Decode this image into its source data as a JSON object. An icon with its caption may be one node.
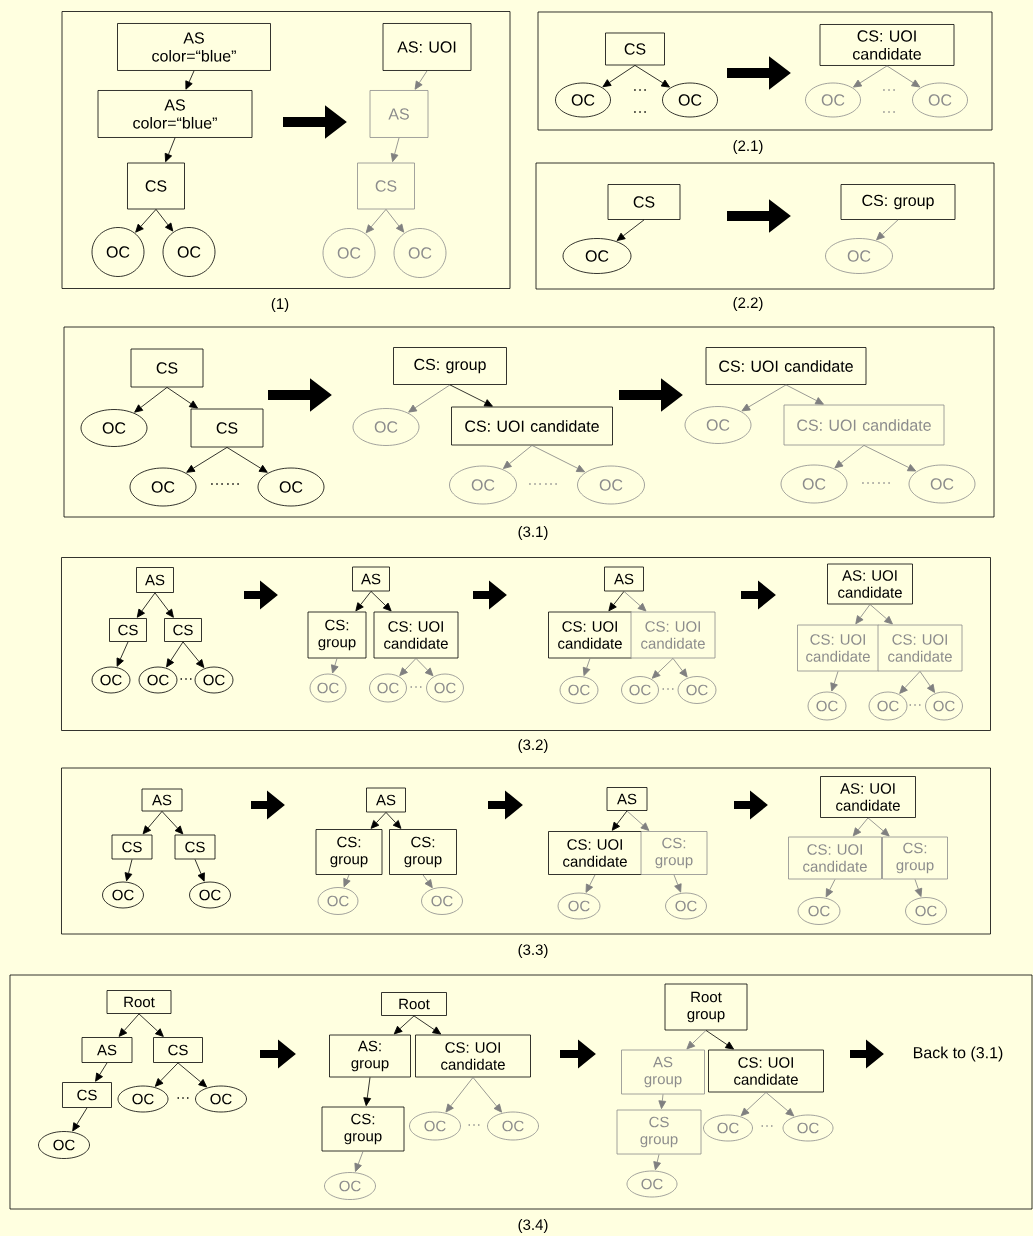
{
  "diagram": {
    "nodes": [
      {
        "text": [],
        "shape": "box",
        "beside": [
          "(1)"
        ]
      },
      {
        "text": [
          "AS",
          "color=“blue”"
        ],
        "in": 0
      },
      {
        "text": [
          "AS",
          "color=“blue”"
        ],
        "in": 0
      },
      {
        "text": [
          "CS"
        ],
        "in": 0
      },
      {
        "text": [
          "OC"
        ],
        "in": 0
      },
      {
        "text": [
          "OC"
        ],
        "in": 0
      },
      {
        "text": [
          "AS: UOI"
        ],
        "in": 0
      },
      {
        "text": [
          "AS"
        ],
        "in": 0
      },
      {
        "text": [
          "CS"
        ],
        "in": 0
      },
      {
        "text": [
          "OC"
        ],
        "in": 0
      },
      {
        "text": [
          "OC"
        ],
        "in": 0
      },
      {
        "text": [],
        "shape": "box",
        "beside": [
          "(2.1)"
        ]
      },
      {
        "text": [
          "CS"
        ],
        "in": 11
      },
      {
        "text": [
          "OC"
        ],
        "in": 11
      },
      {
        "text": [
          "OC"
        ],
        "in": 11
      },
      {
        "text": [
          "CS: UOI candidate"
        ],
        "in": 11
      },
      {
        "text": [
          "OC"
        ],
        "in": 11
      },
      {
        "text": [
          "OC"
        ],
        "in": 11
      },
      {
        "text": [],
        "shape": "box",
        "beside": [
          "(2.2)"
        ]
      },
      {
        "text": [
          "CS"
        ],
        "in": 18
      },
      {
        "text": [
          "OC"
        ],
        "in": 18
      },
      {
        "text": [
          "CS: group"
        ],
        "in": 18
      },
      {
        "text": [
          "OC"
        ],
        "in": 18
      },
      {
        "text": [],
        "shape": "box",
        "beside": [
          "(3.1)"
        ]
      },
      {
        "text": [
          "CS"
        ],
        "in": 23
      },
      {
        "text": [
          "OC"
        ],
        "in": 23
      },
      {
        "text": [
          "CS"
        ],
        "in": 23
      },
      {
        "text": [
          "OC"
        ],
        "in": 23
      },
      {
        "text": [
          "OC"
        ],
        "in": 23
      },
      {
        "text": [
          "CS: group"
        ],
        "in": 23
      },
      {
        "text": [
          "OC"
        ],
        "in": 23
      },
      {
        "text": [
          "CS: UOI candidate"
        ],
        "in": 23
      },
      {
        "text": [
          "OC"
        ],
        "in": 23
      },
      {
        "text": [
          "OC"
        ],
        "in": 23
      },
      {
        "text": [
          "CS: UOI candidate"
        ],
        "in": 23
      },
      {
        "text": [
          "OC"
        ],
        "in": 23
      },
      {
        "text": [
          "CS: UOI candidate"
        ],
        "in": 23
      },
      {
        "text": [
          "OC"
        ],
        "in": 23
      },
      {
        "text": [
          "OC"
        ],
        "in": 23
      },
      {
        "text": [],
        "shape": "box",
        "beside": [
          "(3.2)"
        ]
      },
      {
        "text": [
          "AS"
        ],
        "in": 39
      },
      {
        "text": [
          "CS"
        ],
        "in": 39
      },
      {
        "text": [
          "CS"
        ],
        "in": 39
      },
      {
        "text": [
          "OC"
        ],
        "in": 39
      },
      {
        "text": [
          "OC"
        ],
        "in": 39
      },
      {
        "text": [
          "OC"
        ],
        "in": 39
      },
      {
        "text": [
          "AS"
        ],
        "in": 39
      },
      {
        "text": [
          "CS: group"
        ],
        "in": 39
      },
      {
        "text": [
          "CS: UOI candidate"
        ],
        "in": 39
      },
      {
        "text": [
          "OC"
        ],
        "in": 39
      },
      {
        "text": [
          "OC"
        ],
        "in": 39
      },
      {
        "text": [
          "OC"
        ],
        "in": 39
      },
      {
        "text": [
          "AS"
        ],
        "in": 39
      },
      {
        "text": [
          "CS: UOI candidate"
        ],
        "in": 39
      },
      {
        "text": [
          "CS: UOI candidate"
        ],
        "in": 39
      },
      {
        "text": [
          "OC"
        ],
        "in": 39
      },
      {
        "text": [
          "OC"
        ],
        "in": 39
      },
      {
        "text": [
          "OC"
        ],
        "in": 39
      },
      {
        "text": [
          "AS: UOI candidate"
        ],
        "in": 39
      },
      {
        "text": [
          "CS: UOI candidate"
        ],
        "in": 39
      },
      {
        "text": [
          "CS: UOI candidate"
        ],
        "in": 39
      },
      {
        "text": [
          "OC"
        ],
        "in": 39
      },
      {
        "text": [
          "OC"
        ],
        "in": 39
      },
      {
        "text": [
          "OC"
        ],
        "in": 39
      },
      {
        "text": [],
        "shape": "box",
        "beside": [
          "(3.3)"
        ]
      },
      {
        "text": [
          "AS"
        ],
        "in": 64
      },
      {
        "text": [
          "CS"
        ],
        "in": 64
      },
      {
        "text": [
          "CS"
        ],
        "in": 64
      },
      {
        "text": [
          "OC"
        ],
        "in": 64
      },
      {
        "text": [
          "OC"
        ],
        "in": 64
      },
      {
        "text": [
          "AS"
        ],
        "in": 64
      },
      {
        "text": [
          "CS: group"
        ],
        "in": 64
      },
      {
        "text": [
          "CS: group"
        ],
        "in": 64
      },
      {
        "text": [
          "OC"
        ],
        "in": 64
      },
      {
        "text": [
          "OC"
        ],
        "in": 64
      },
      {
        "text": [
          "AS"
        ],
        "in": 64
      },
      {
        "text": [
          "CS: UOI candidate"
        ],
        "in": 64
      },
      {
        "text": [
          "CS: group"
        ],
        "in": 64
      },
      {
        "text": [
          "OC"
        ],
        "in": 64
      },
      {
        "text": [
          "OC"
        ],
        "in": 64
      },
      {
        "text": [
          "AS: UOI candidate"
        ],
        "in": 64
      },
      {
        "text": [
          "CS: UOI candidate"
        ],
        "in": 64
      },
      {
        "text": [
          "CS: group"
        ],
        "in": 64
      },
      {
        "text": [
          "OC"
        ],
        "in": 64
      },
      {
        "text": [
          "OC"
        ],
        "in": 64
      },
      {
        "text": [],
        "shape": "box",
        "beside": [
          "(3.4)"
        ]
      },
      {
        "text": [
          "Root"
        ],
        "in": 85
      },
      {
        "text": [
          "AS"
        ],
        "in": 85
      },
      {
        "text": [
          "CS"
        ],
        "in": 85
      },
      {
        "text": [
          "CS"
        ],
        "in": 85
      },
      {
        "text": [
          "OC"
        ],
        "in": 85
      },
      {
        "text": [
          "OC"
        ],
        "in": 85
      },
      {
        "text": [
          "OC"
        ],
        "in": 85
      },
      {
        "text": [
          "Root"
        ],
        "in": 85
      },
      {
        "text": [
          "AS: group"
        ],
        "in": 85
      },
      {
        "text": [
          "CS: UOI candidate"
        ],
        "in": 85
      },
      {
        "text": [
          "CS: group"
        ],
        "in": 85
      },
      {
        "text": [
          "OC"
        ],
        "in": 85
      },
      {
        "text": [
          "OC"
        ],
        "in": 85
      },
      {
        "text": [
          "OC"
        ],
        "in": 85
      },
      {
        "text": [
          "Root group"
        ],
        "in": 85
      },
      {
        "text": [
          "AS group"
        ],
        "in": 85
      },
      {
        "text": [
          "CS: UOI candidate"
        ],
        "in": 85
      },
      {
        "text": [
          "CS group"
        ],
        "in": 85
      },
      {
        "text": [
          "OC"
        ],
        "in": 85
      },
      {
        "text": [
          "OC"
        ],
        "in": 85
      },
      {
        "text": [
          "OC"
        ],
        "in": 85
      }
    ],
    "edges": [
      {
        "from": 1,
        "to": 2,
        "arrow": "to",
        "color": "#000000"
      },
      {
        "from": 2,
        "to": 3,
        "arrow": "to",
        "color": "#000000"
      },
      {
        "from": 3,
        "to": 4,
        "arrow": "to",
        "color": "#000000"
      },
      {
        "from": 3,
        "to": 5,
        "arrow": "to",
        "color": "#000000"
      },
      {
        "from": 6,
        "to": 7,
        "arrow": "to",
        "color": "#808080"
      },
      {
        "from": 7,
        "to": 8,
        "arrow": "to",
        "color": "#808080"
      },
      {
        "from": 8,
        "to": 9,
        "arrow": "to",
        "color": "#808080"
      },
      {
        "from": 8,
        "to": 10,
        "arrow": "to",
        "color": "#808080"
      },
      {
        "from": 12,
        "to": 13,
        "arrow": "to",
        "color": "#000000"
      },
      {
        "from": 12,
        "to": 14,
        "arrow": "to",
        "color": "#000000"
      },
      {
        "from": 15,
        "to": 16,
        "arrow": "to",
        "color": "#808080"
      },
      {
        "from": 15,
        "to": 17,
        "arrow": "to",
        "color": "#808080"
      },
      {
        "from": 19,
        "to": 20,
        "arrow": "to",
        "color": "#000000"
      },
      {
        "from": 21,
        "to": 22,
        "arrow": "to",
        "color": "#808080"
      },
      {
        "from": 24,
        "to": 25,
        "arrow": "to",
        "color": "#000000"
      },
      {
        "from": 24,
        "to": 26,
        "arrow": "to",
        "color": "#000000"
      },
      {
        "from": 26,
        "to": 27,
        "arrow": "to",
        "color": "#000000"
      },
      {
        "from": 26,
        "to": 28,
        "arrow": "to",
        "color": "#000000"
      },
      {
        "from": 29,
        "to": 30,
        "arrow": "to",
        "color": "#808080"
      },
      {
        "from": 29,
        "to": 31,
        "arrow": "to",
        "color": "#000000"
      },
      {
        "from": 31,
        "to": 32,
        "arrow": "to",
        "color": "#808080"
      },
      {
        "from": 31,
        "to": 33,
        "arrow": "to",
        "color": "#808080"
      },
      {
        "from": 34,
        "to": 35,
        "arrow": "to",
        "color": "#808080"
      },
      {
        "from": 34,
        "to": 36,
        "arrow": "to",
        "color": "#808080"
      },
      {
        "from": 36,
        "to": 37,
        "arrow": "to",
        "color": "#808080"
      },
      {
        "from": 36,
        "to": 38,
        "arrow": "to",
        "color": "#808080"
      },
      {
        "from": 40,
        "to": 41,
        "arrow": "to",
        "color": "#000000"
      },
      {
        "from": 40,
        "to": 42,
        "arrow": "to",
        "color": "#000000"
      },
      {
        "from": 41,
        "to": 43,
        "arrow": "to",
        "color": "#000000"
      },
      {
        "from": 42,
        "to": 44,
        "arrow": "to",
        "color": "#000000"
      },
      {
        "from": 42,
        "to": 45,
        "arrow": "to",
        "color": "#000000"
      },
      {
        "from": 46,
        "to": 47,
        "arrow": "to",
        "color": "#000000"
      },
      {
        "from": 46,
        "to": 48,
        "arrow": "to",
        "color": "#000000"
      },
      {
        "from": 47,
        "to": 49,
        "arrow": "to",
        "color": "#808080"
      },
      {
        "from": 48,
        "to": 50,
        "arrow": "to",
        "color": "#808080"
      },
      {
        "from": 48,
        "to": 51,
        "arrow": "to",
        "color": "#808080"
      },
      {
        "from": 52,
        "to": 53,
        "arrow": "to",
        "color": "#000000"
      },
      {
        "from": 52,
        "to": 54,
        "arrow": "to",
        "color": "#808080"
      },
      {
        "from": 53,
        "to": 55,
        "arrow": "to",
        "color": "#808080"
      },
      {
        "from": 54,
        "to": 56,
        "arrow": "to",
        "color": "#808080"
      },
      {
        "from": 54,
        "to": 57,
        "arrow": "to",
        "color": "#808080"
      },
      {
        "from": 58,
        "to": 59,
        "arrow": "to",
        "color": "#808080"
      },
      {
        "from": 58,
        "to": 60,
        "arrow": "to",
        "color": "#808080"
      },
      {
        "from": 59,
        "to": 61,
        "arrow": "to",
        "color": "#808080"
      },
      {
        "from": 60,
        "to": 62,
        "arrow": "to",
        "color": "#808080"
      },
      {
        "from": 60,
        "to": 63,
        "arrow": "to",
        "color": "#808080"
      },
      {
        "from": 65,
        "to": 66,
        "arrow": "to",
        "color": "#000000"
      },
      {
        "from": 65,
        "to": 67,
        "arrow": "to",
        "color": "#000000"
      },
      {
        "from": 66,
        "to": 68,
        "arrow": "to",
        "color": "#000000"
      },
      {
        "from": 67,
        "to": 69,
        "arrow": "to",
        "color": "#000000"
      },
      {
        "from": 70,
        "to": 71,
        "arrow": "to",
        "color": "#000000"
      },
      {
        "from": 70,
        "to": 72,
        "arrow": "to",
        "color": "#000000"
      },
      {
        "from": 71,
        "to": 73,
        "arrow": "to",
        "color": "#808080"
      },
      {
        "from": 72,
        "to": 74,
        "arrow": "to",
        "color": "#808080"
      },
      {
        "from": 75,
        "to": 76,
        "arrow": "to",
        "color": "#000000"
      },
      {
        "from": 75,
        "to": 77,
        "arrow": "to",
        "color": "#808080"
      },
      {
        "from": 76,
        "to": 78,
        "arrow": "to",
        "color": "#808080"
      },
      {
        "from": 77,
        "to": 79,
        "arrow": "to",
        "color": "#808080"
      },
      {
        "from": 80,
        "to": 81,
        "arrow": "to",
        "color": "#808080"
      },
      {
        "from": 80,
        "to": 82,
        "arrow": "to",
        "color": "#808080"
      },
      {
        "from": 81,
        "to": 83,
        "arrow": "to",
        "color": "#808080"
      },
      {
        "from": 82,
        "to": 84,
        "arrow": "to",
        "color": "#808080"
      },
      {
        "from": 86,
        "to": 87,
        "arrow": "to",
        "color": "#000000"
      },
      {
        "from": 86,
        "to": 88,
        "arrow": "to",
        "color": "#000000"
      },
      {
        "from": 87,
        "to": 89,
        "arrow": "to",
        "color": "#000000"
      },
      {
        "from": 88,
        "to": 90,
        "arrow": "to",
        "color": "#000000"
      },
      {
        "from": 88,
        "to": 91,
        "arrow": "to",
        "color": "#000000"
      },
      {
        "from": 89,
        "to": 92,
        "arrow": "to",
        "color": "#000000"
      },
      {
        "from": 93,
        "to": 94,
        "arrow": "to",
        "color": "#000000"
      },
      {
        "from": 93,
        "to": 95,
        "arrow": "to",
        "color": "#000000"
      },
      {
        "from": 94,
        "to": 96,
        "arrow": "to",
        "color": "#000000"
      },
      {
        "from": 95,
        "to": 97,
        "arrow": "to",
        "color": "#808080"
      },
      {
        "from": 95,
        "to": 98,
        "arrow": "to",
        "color": "#808080"
      },
      {
        "from": 96,
        "to": 99,
        "arrow": "to",
        "color": "#808080"
      },
      {
        "from": 100,
        "to": 101,
        "arrow": "to",
        "color": "#808080"
      },
      {
        "from": 100,
        "to": 102,
        "arrow": "to",
        "color": "#000000"
      },
      {
        "from": 101,
        "to": 103,
        "arrow": "to",
        "color": "#808080"
      },
      {
        "from": 102,
        "to": 104,
        "arrow": "to",
        "color": "#808080"
      },
      {
        "from": 102,
        "to": 105,
        "arrow": "to",
        "color": "#808080"
      },
      {
        "from": 103,
        "to": 106,
        "arrow": "to",
        "color": "#808080"
      }
    ],
    "labels": [
      "…",
      "…",
      "…",
      "…",
      "……",
      "……",
      "……",
      "…",
      "…",
      "…",
      "…",
      "…",
      "…",
      "…",
      "Back to (3.1)"
    ]
  }
}
